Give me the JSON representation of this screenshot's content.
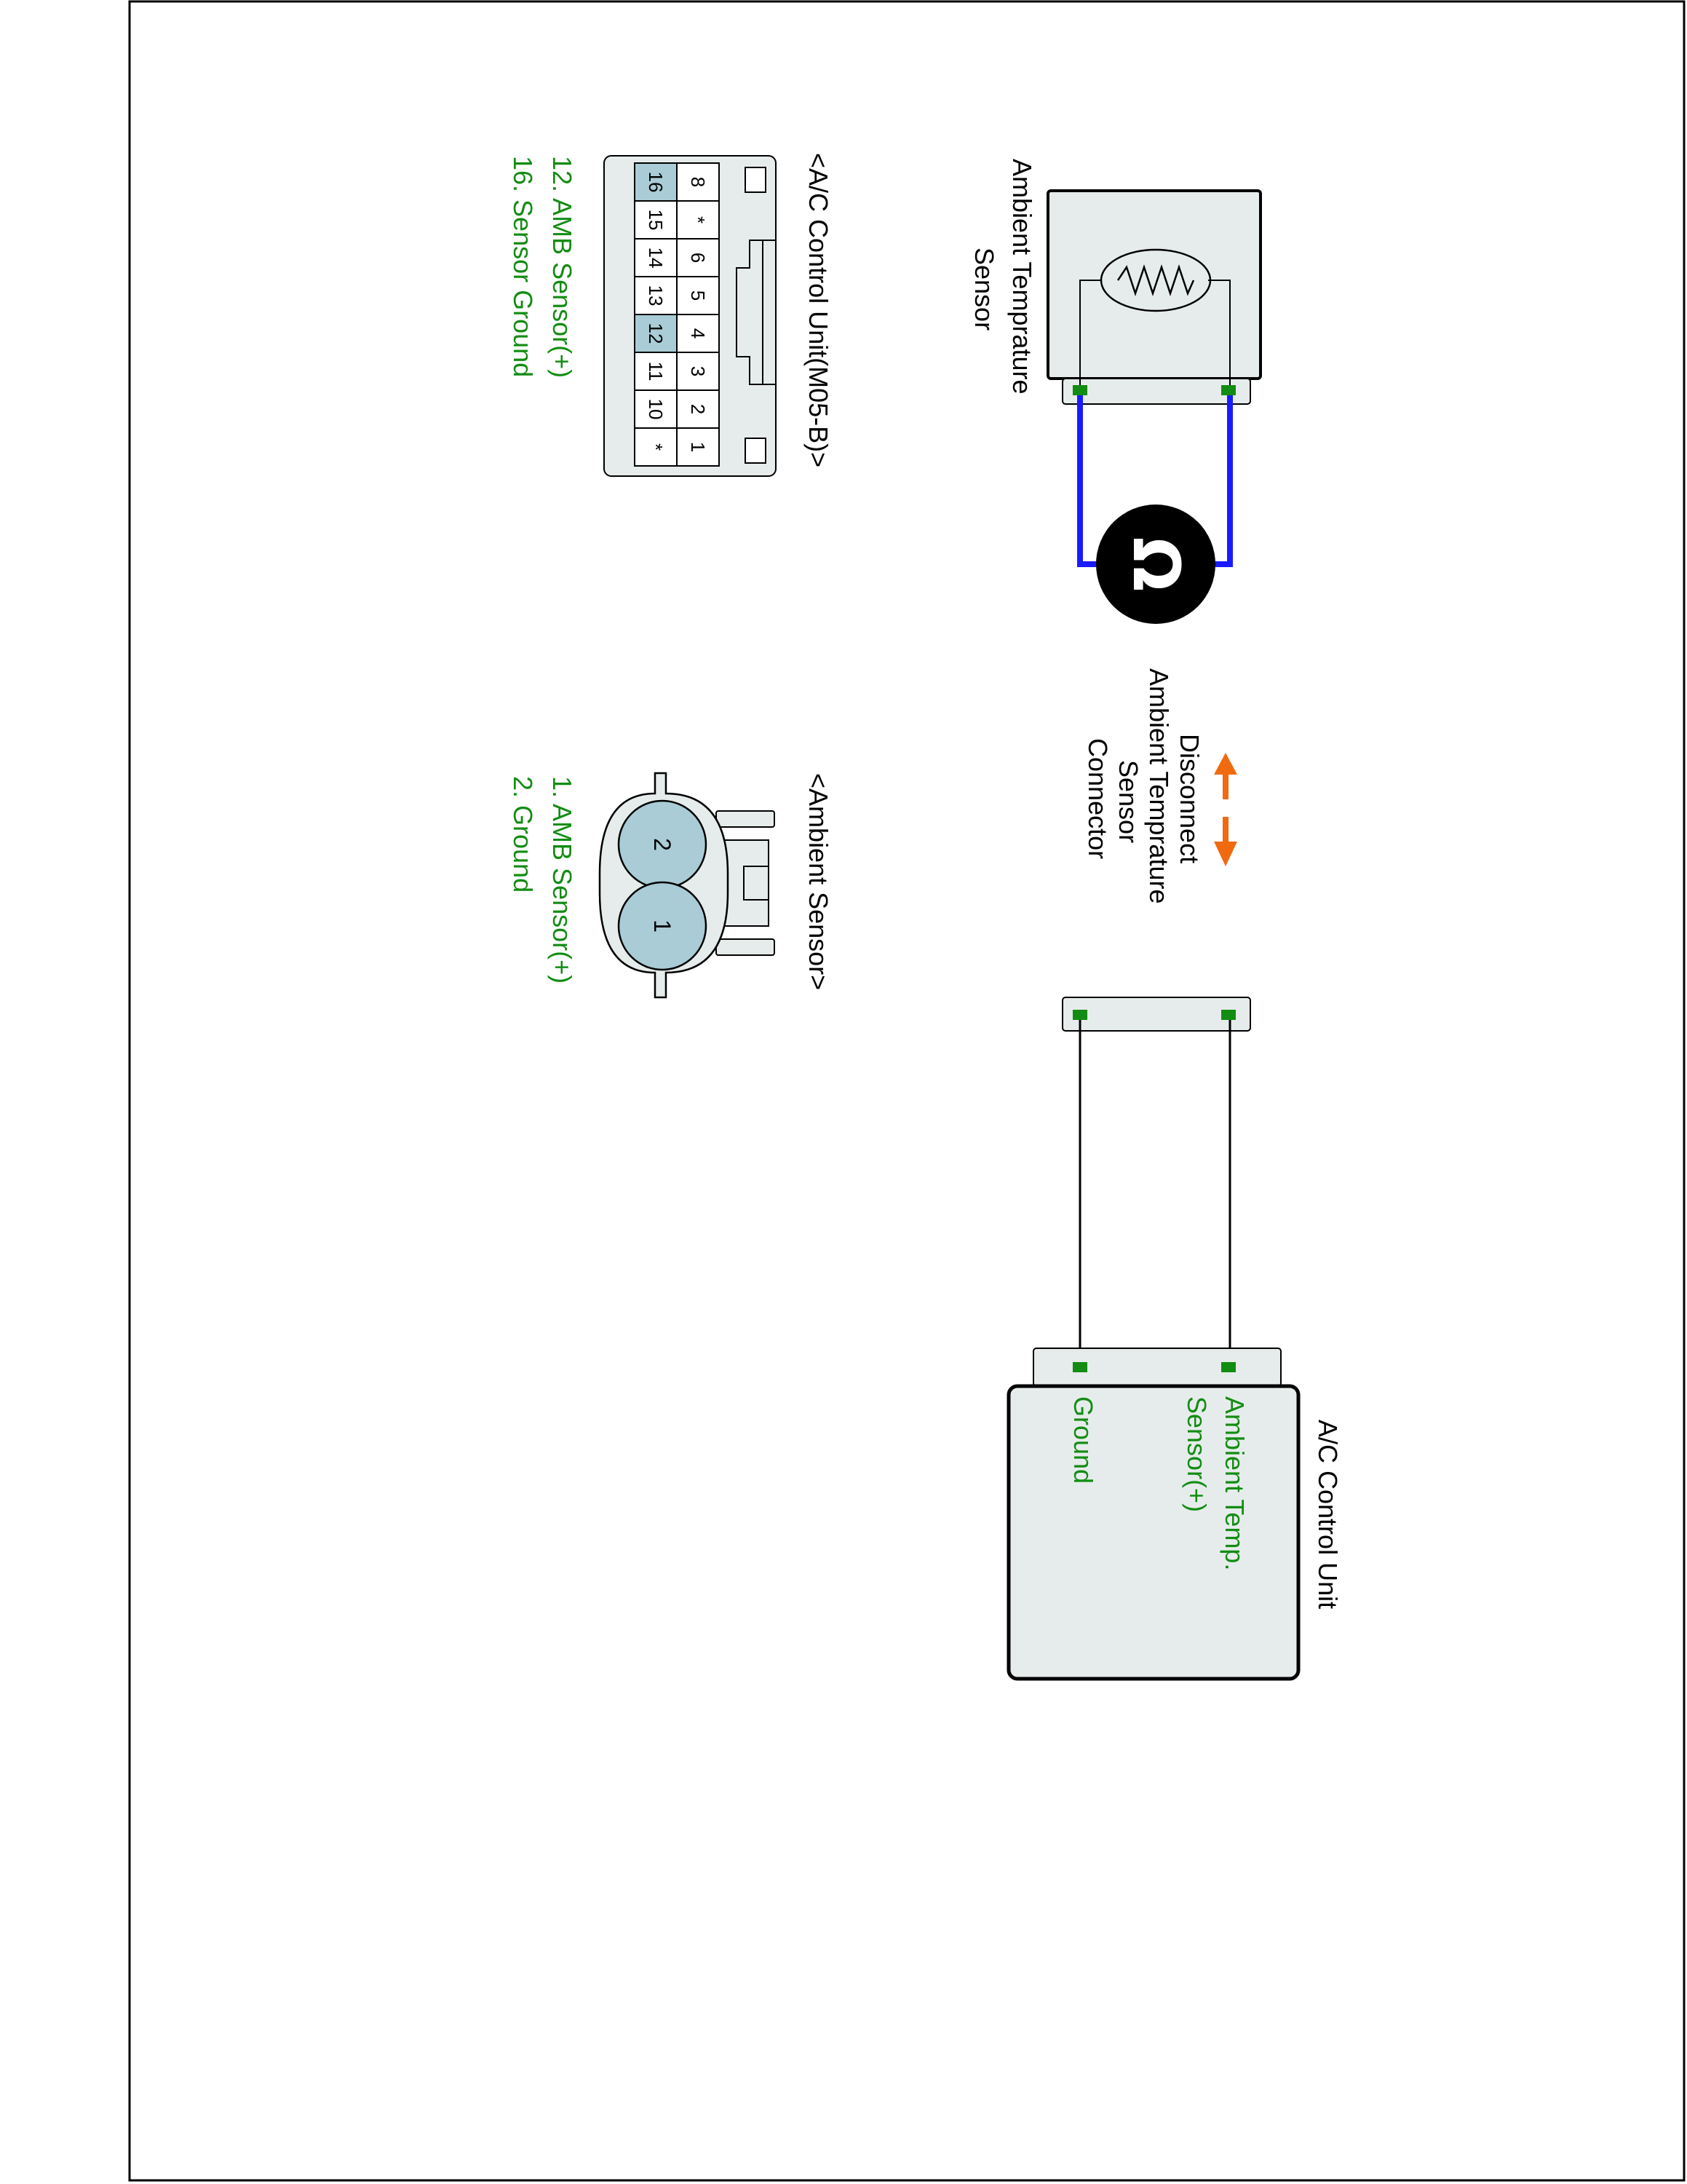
{
  "sensor": {
    "title_line1": "Ambient Temprature",
    "title_line2": "Sensor",
    "meter_symbol": "Ω"
  },
  "disconnect": {
    "line1": "Disconnect",
    "line2": "Ambient Temprature",
    "line3": "Sensor",
    "line4": "Connector"
  },
  "control_unit": {
    "title": "A/C Control Unit",
    "pin_label_1_line1": "Ambient Temp.",
    "pin_label_1_line2": "Sensor(+)",
    "pin_label_2": "Ground"
  },
  "acu_connector": {
    "title": "<A/C Control Unit(M05-B)>",
    "row_top": [
      "8",
      "*",
      "6",
      "5",
      "4",
      "3",
      "2",
      "1"
    ],
    "row_bottom": [
      "16",
      "15",
      "14",
      "13",
      "12",
      "11",
      "10",
      "*"
    ],
    "highlighted": [
      "16",
      "12"
    ],
    "legend_1": "12. AMB Sensor(+)",
    "legend_2": "16. Sensor Ground"
  },
  "sensor_connector": {
    "title": "<Ambient Sensor>",
    "pins": [
      "2",
      "1"
    ],
    "legend_1": "1. AMB Sensor(+)",
    "legend_2": "2. Ground"
  },
  "colors": {
    "wire_probe": "#1a1aff",
    "terminal": "#138c13",
    "label_green": "#138c13",
    "arrow": "#f06a10",
    "box_fill": "#e6eceb",
    "pin_highlight": "#a9ccd6"
  }
}
